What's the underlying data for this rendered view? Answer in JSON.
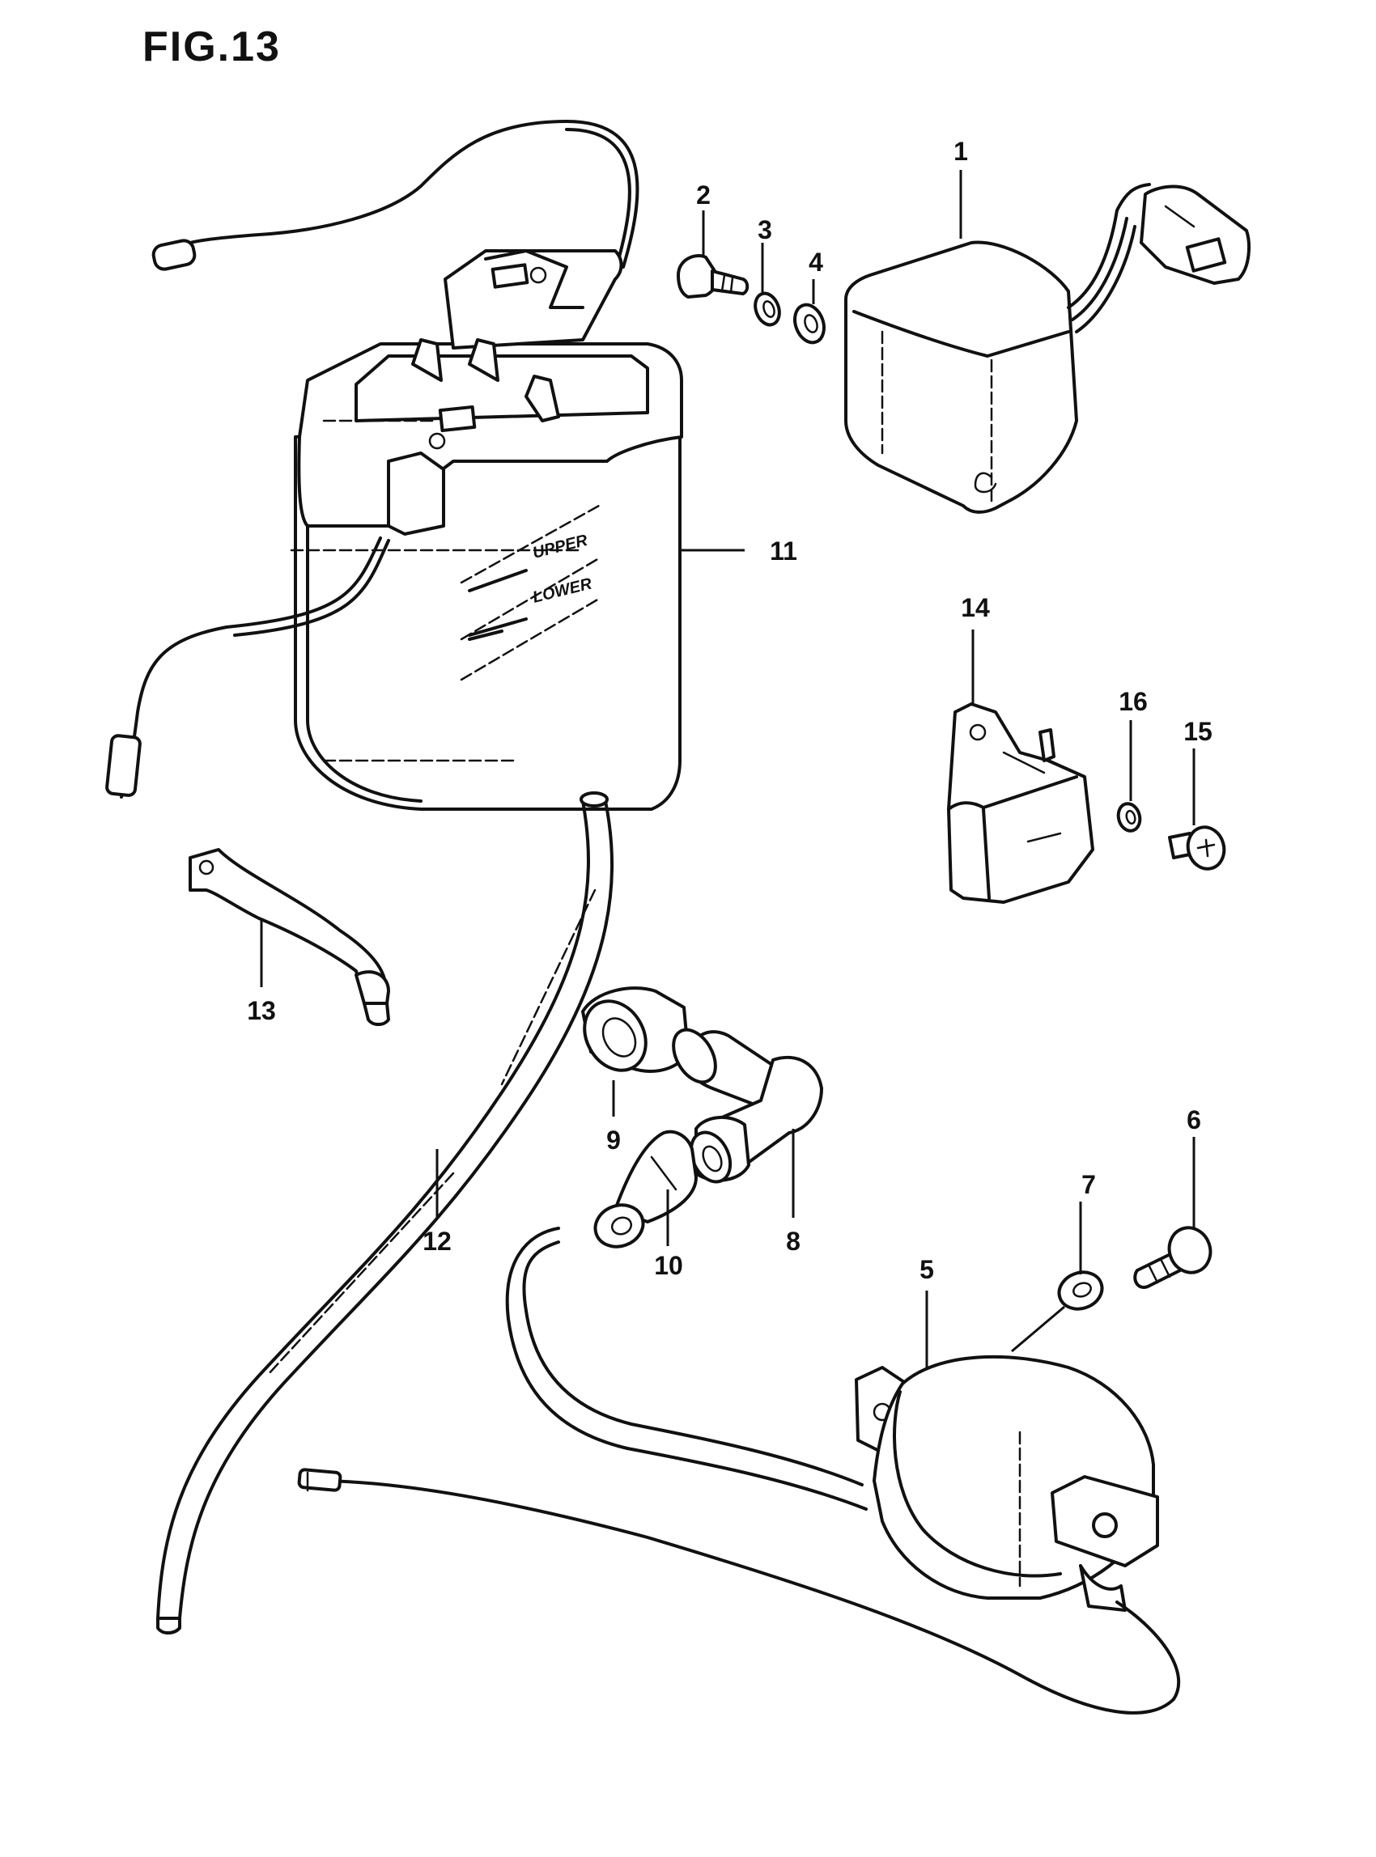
{
  "figure": {
    "title": "FIG.13"
  },
  "battery_text": {
    "upper": "UPPER",
    "lower": "LOWER"
  },
  "callouts": [
    {
      "id": "c1",
      "label": "1"
    },
    {
      "id": "c2",
      "label": "2"
    },
    {
      "id": "c3",
      "label": "3"
    },
    {
      "id": "c4",
      "label": "4"
    },
    {
      "id": "c5",
      "label": "5"
    },
    {
      "id": "c6",
      "label": "6"
    },
    {
      "id": "c7",
      "label": "7"
    },
    {
      "id": "c8",
      "label": "8"
    },
    {
      "id": "c9",
      "label": "9"
    },
    {
      "id": "c10",
      "label": "10"
    },
    {
      "id": "c11",
      "label": "11"
    },
    {
      "id": "c12",
      "label": "12"
    },
    {
      "id": "c13",
      "label": "13"
    },
    {
      "id": "c14",
      "label": "14"
    },
    {
      "id": "c15",
      "label": "15"
    },
    {
      "id": "c16",
      "label": "16"
    }
  ]
}
